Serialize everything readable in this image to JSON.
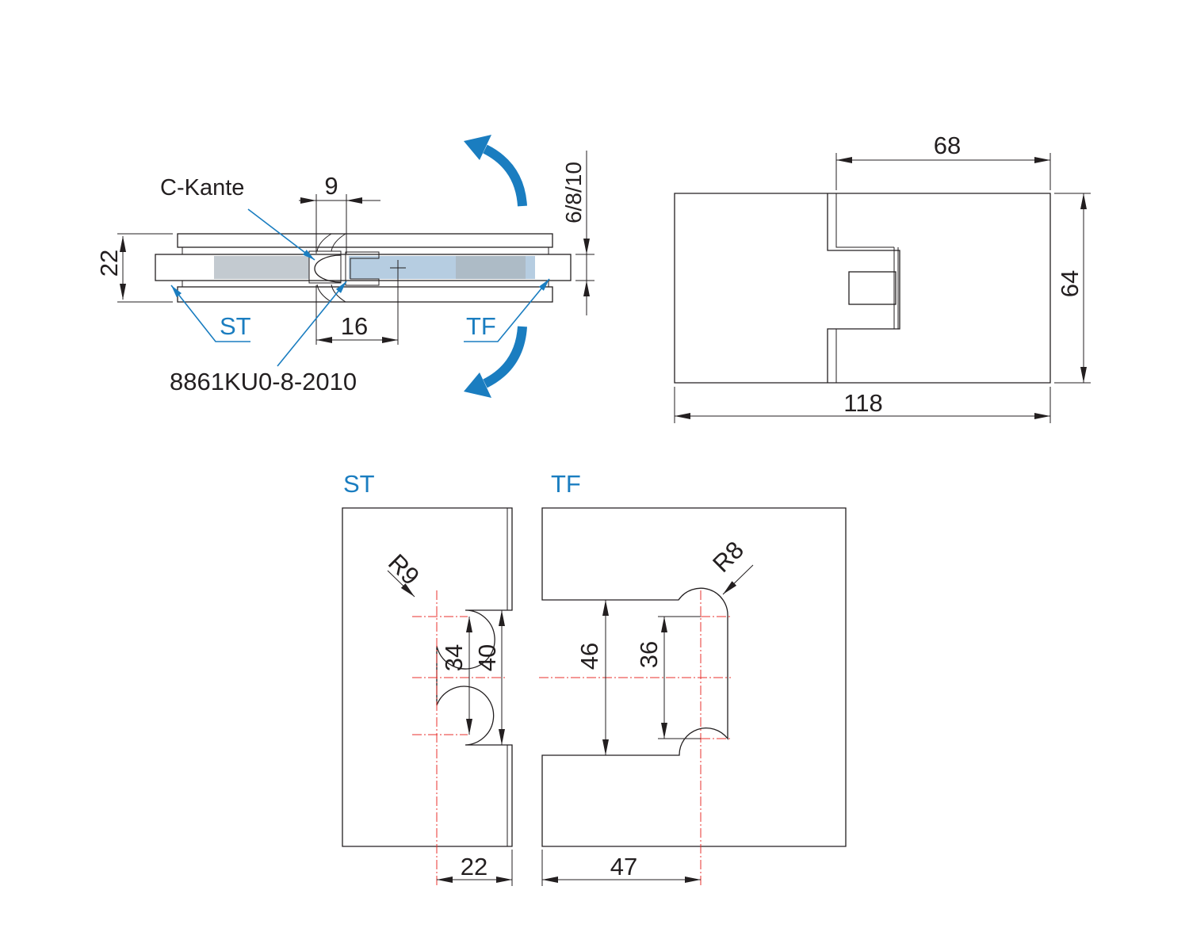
{
  "side_view": {
    "c_kante": "C-Kante",
    "dim_9": "9",
    "dim_22": "22",
    "dim_16": "16",
    "dim_glass": "6/8/10",
    "label_st": "ST",
    "label_tf": "TF",
    "part_number": "8861KU0-8-2010"
  },
  "top_view": {
    "dim_68": "68",
    "dim_64": "64",
    "dim_118": "118"
  },
  "cutouts": {
    "st": {
      "title": "ST",
      "radius": "R9",
      "dim_34": "34",
      "dim_40": "40",
      "dim_22": "22"
    },
    "tf": {
      "title": "TF",
      "radius": "R8",
      "dim_46": "46",
      "dim_36": "36",
      "dim_47": "47"
    }
  },
  "colors": {
    "accent": "#1a7dc0",
    "centerline": "#e8322c",
    "glass": "#8fc4ea"
  }
}
